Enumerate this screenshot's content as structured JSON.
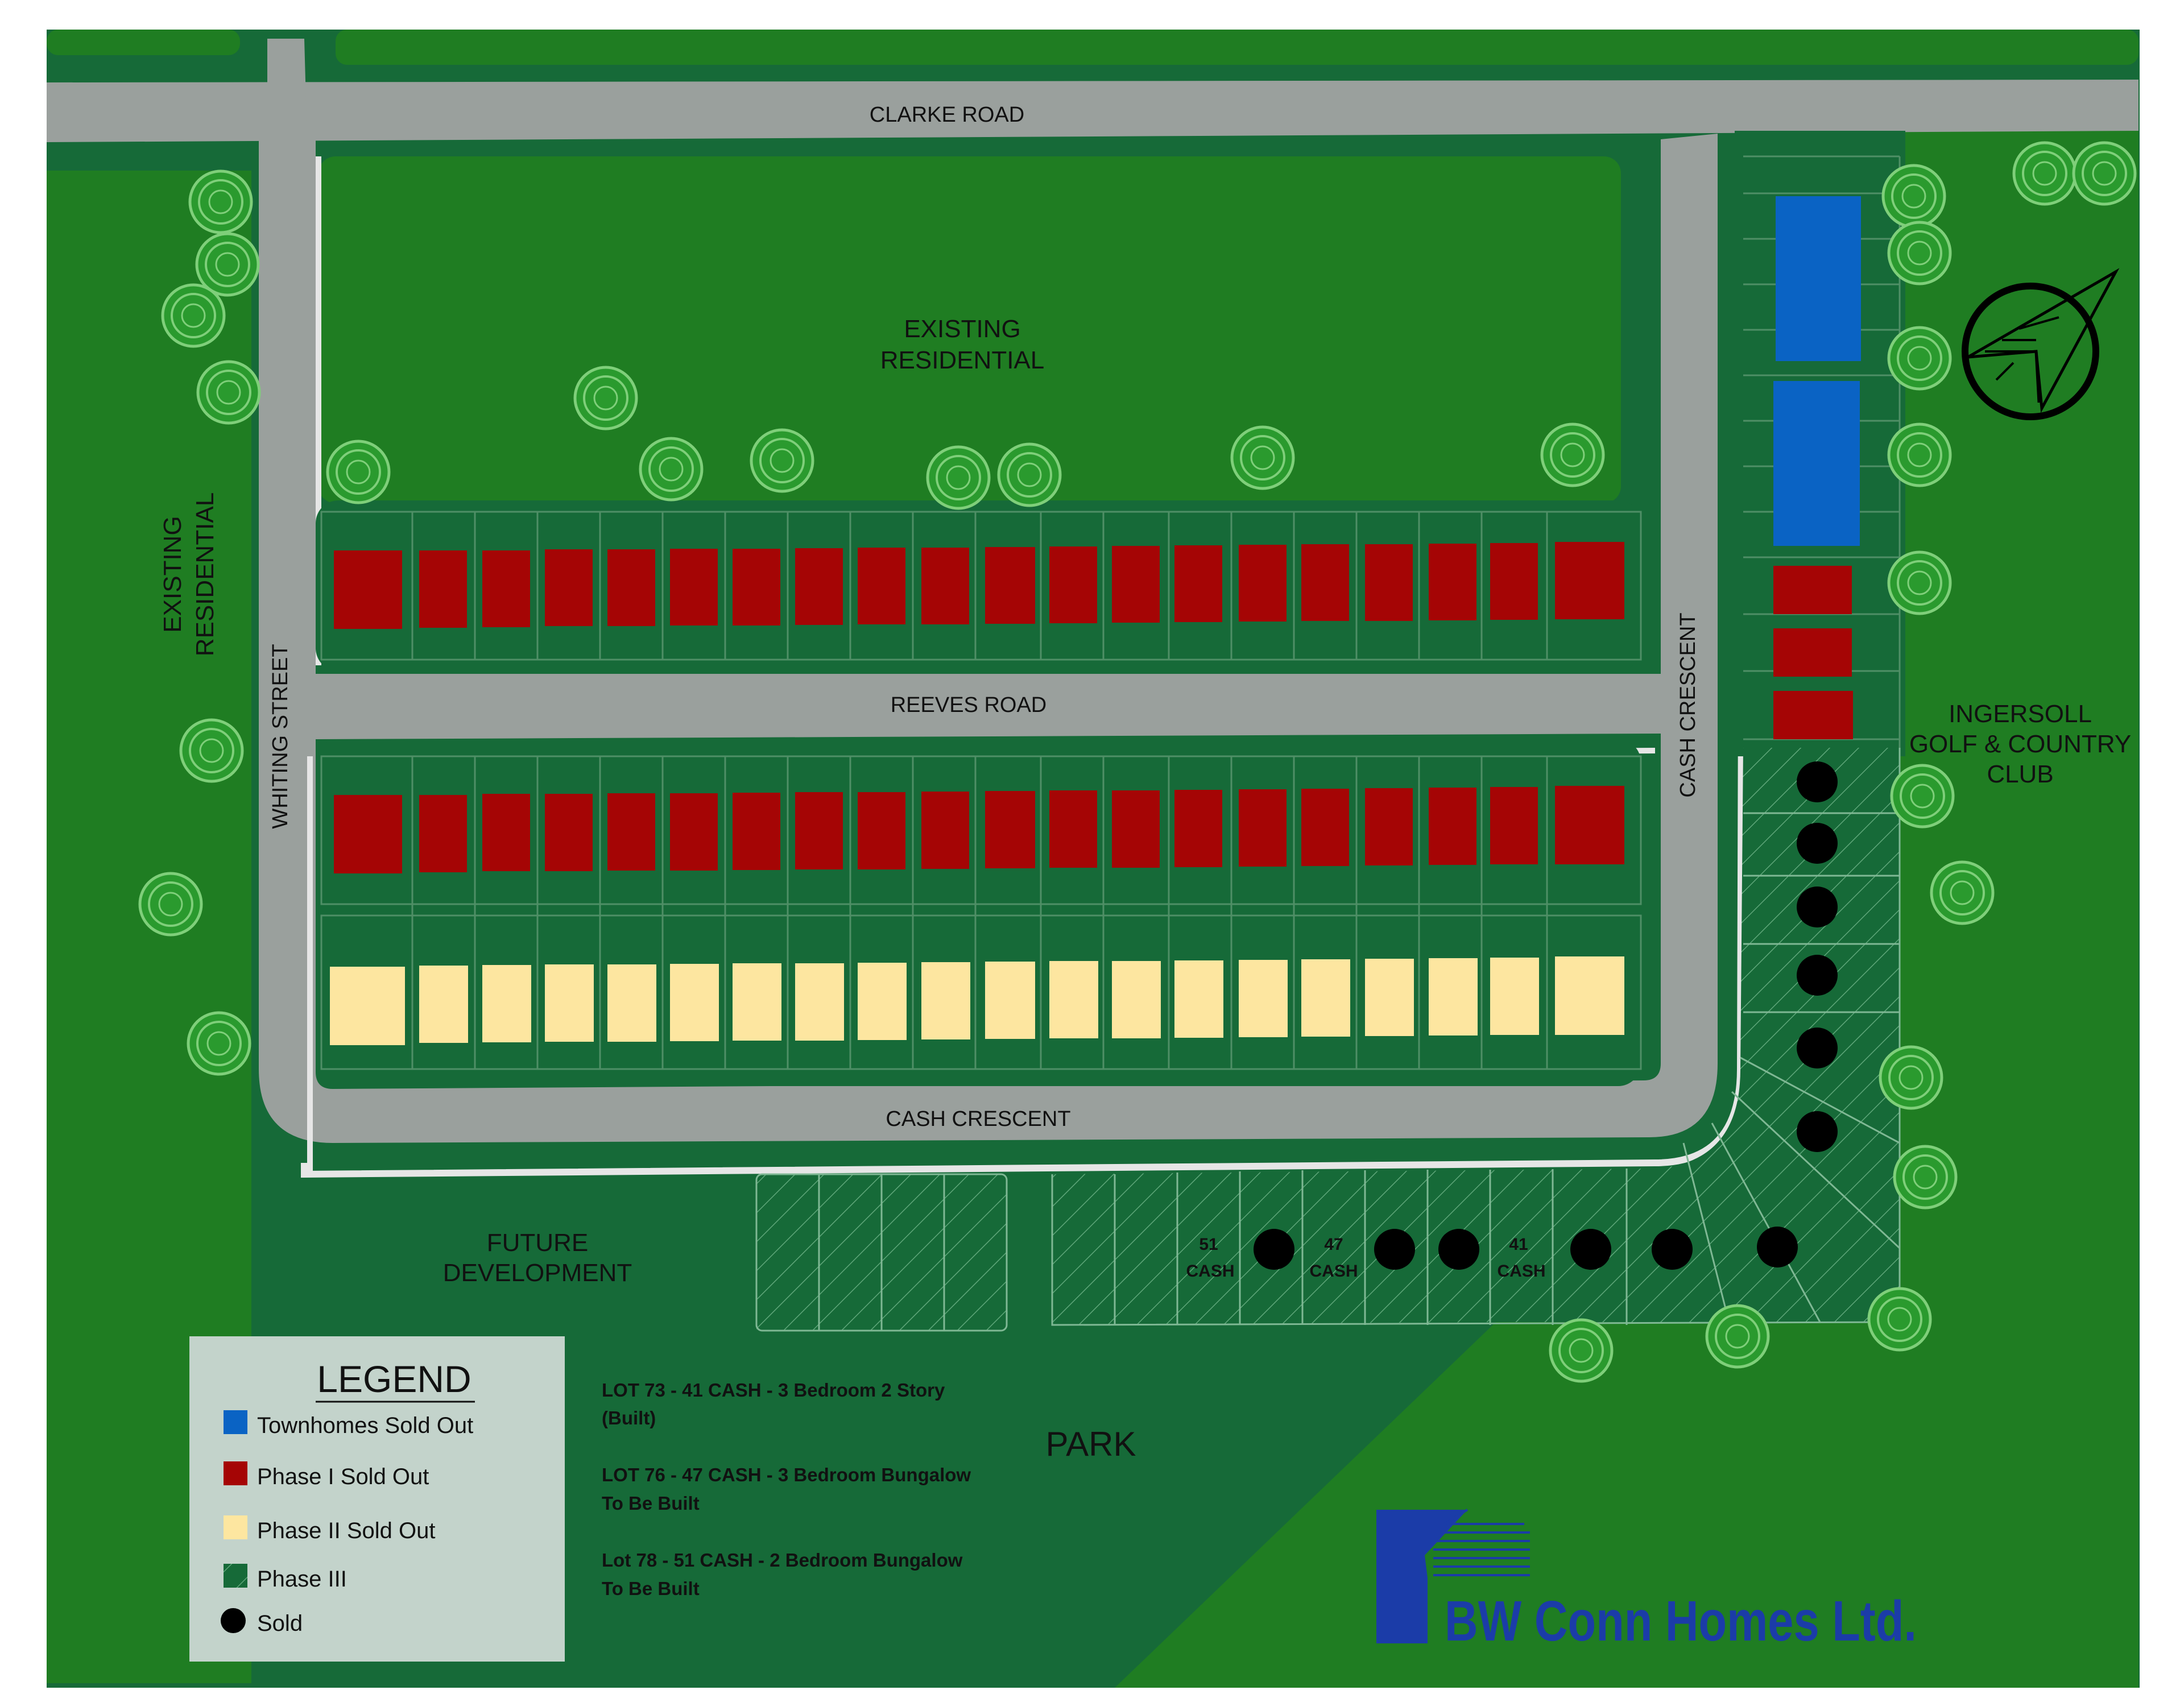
{
  "labels": {
    "clarke_road": "CLARKE ROAD",
    "reeves_road": "REEVES ROAD",
    "cash_crescent_bottom": "CASH CRESCENT",
    "cash_crescent_side": "CASH CRESCENT",
    "whiting_street": "WHITING STREET",
    "existing_residential_top_1": "EXISTING",
    "existing_residential_top_2": "RESIDENTIAL",
    "existing_residential_left_1": "EXISTING",
    "existing_residential_left_2": "RESIDENTIAL",
    "golf_1": "INGERSOLL",
    "golf_2": "GOLF & COUNTRY",
    "golf_3": "CLUB",
    "future_1": "FUTURE",
    "future_2": "DEVELOPMENT",
    "park": "PARK"
  },
  "lot_tags": [
    {
      "num": "51",
      "street": "CASH"
    },
    {
      "num": "47",
      "street": "CASH"
    },
    {
      "num": "41",
      "street": "CASH"
    }
  ],
  "legend": {
    "title": "LEGEND",
    "items": [
      {
        "label": "Townhomes Sold Out",
        "color": "#0a63c4",
        "swatch": "square"
      },
      {
        "label": "Phase I Sold Out",
        "color": "#a50505",
        "swatch": "square"
      },
      {
        "label": "Phase II Sold Out",
        "color": "#fde6a0",
        "swatch": "square"
      },
      {
        "label": "Phase III",
        "color": "#1c6b3a",
        "swatch": "hatch"
      },
      {
        "label": "Sold",
        "color": "#000000",
        "swatch": "circle"
      }
    ]
  },
  "notes": [
    {
      "line1": "LOT 73 - 41 CASH - 3 Bedroom 2 Story",
      "line2": "(Built)"
    },
    {
      "line1": "LOT 76 - 47 CASH - 3 Bedroom Bungalow",
      "line2": "To Be Built"
    },
    {
      "line1": "Lot 78 - 51 CASH - 2 Bedroom Bungalow",
      "line2": "To Be Built"
    }
  ],
  "logo": {
    "text": "BW Conn Homes Ltd."
  },
  "colors": {
    "grass": "#1f7d22",
    "dark_green": "#166a38",
    "road": "#9aa09d",
    "townhome": "#0a63c4",
    "phase1": "#a50505",
    "phase2": "#fde6a0",
    "sold": "#000000",
    "legend_bg": "#c3d3cb",
    "logo_blue": "#1b3ca8"
  }
}
